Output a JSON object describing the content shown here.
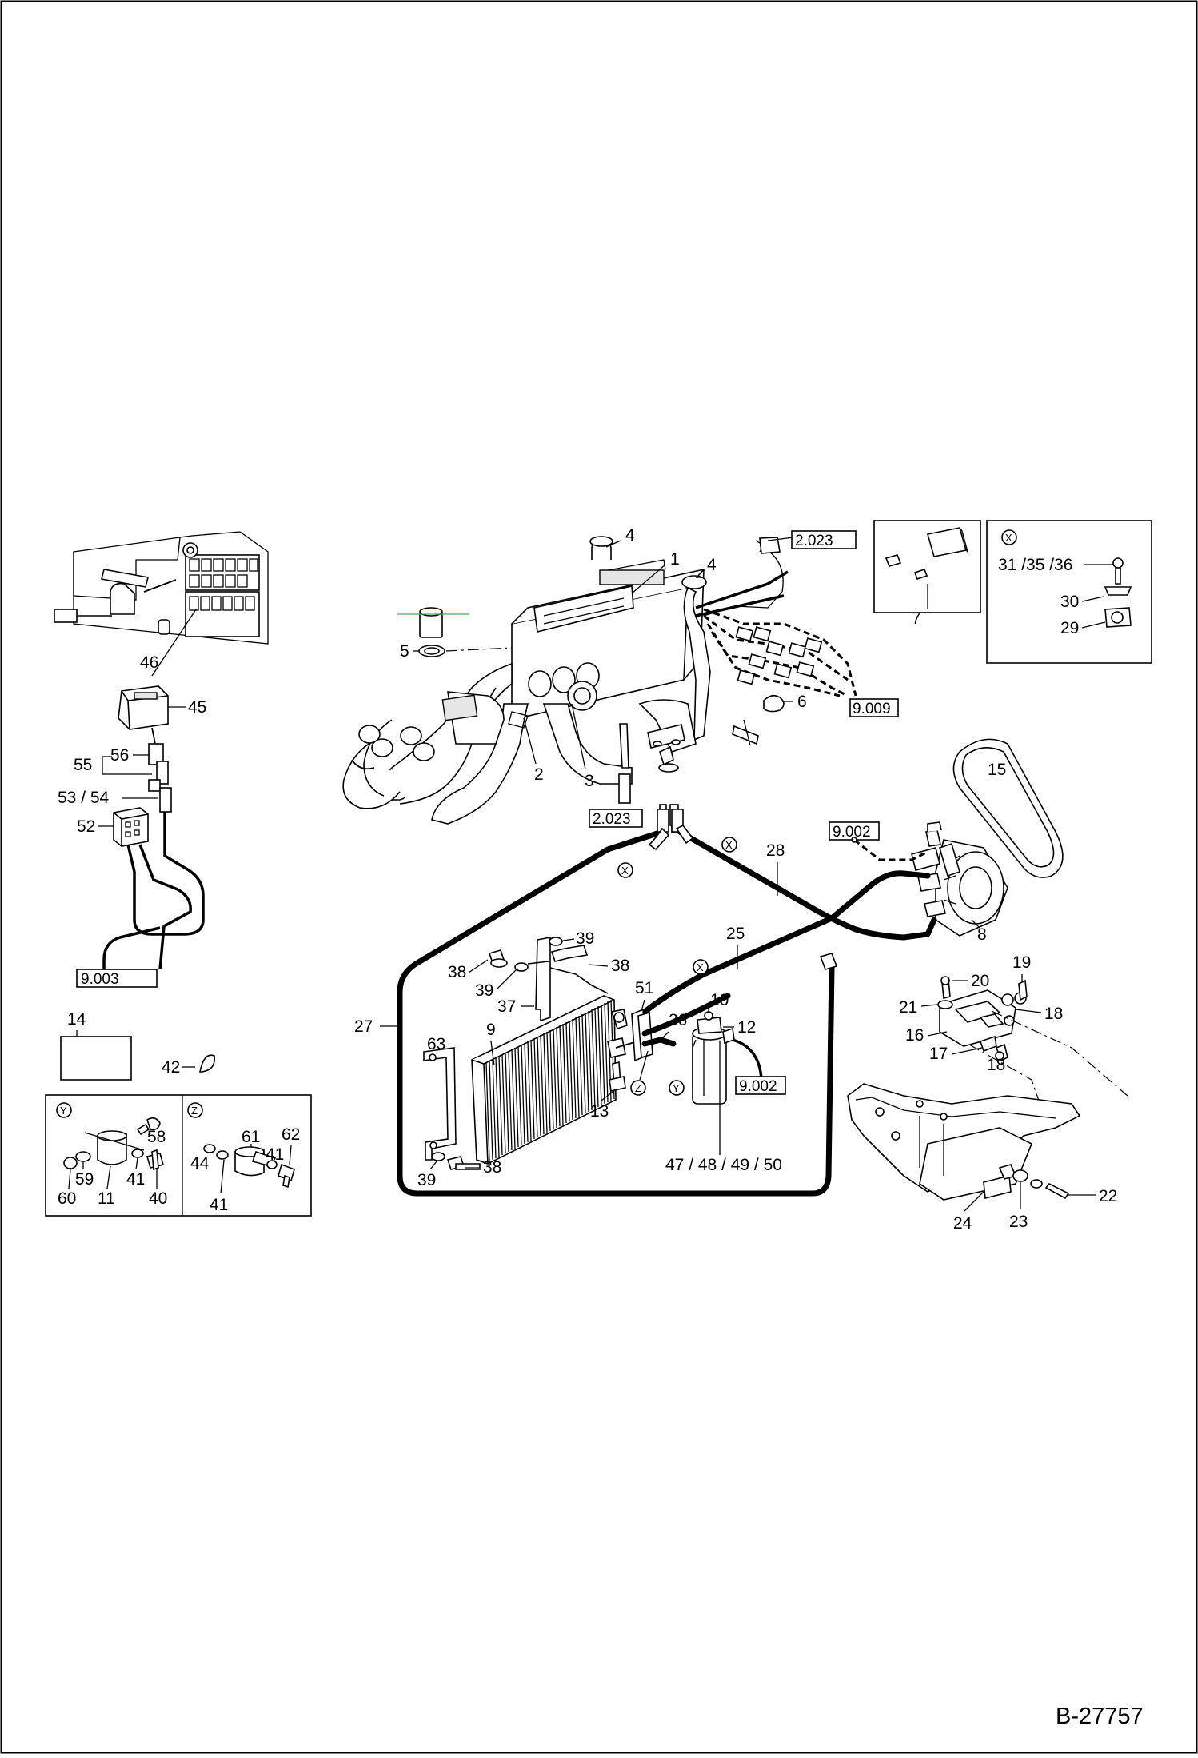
{
  "drawing_id": "B-27757",
  "parts": {
    "p1": "1",
    "p2": "2",
    "p3": "3",
    "p4a": "4",
    "p4b": "4",
    "p5": "5",
    "p6": "6",
    "p7": "7",
    "p8": "8",
    "p9": "9",
    "p10": "10",
    "p11": "11",
    "p12": "12",
    "p13": "13",
    "p14": "14",
    "p15": "15",
    "p16": "16",
    "p17": "17",
    "p18a": "18",
    "p18b": "18",
    "p19": "19",
    "p20": "20",
    "p21": "21",
    "p22": "22",
    "p23": "23",
    "p24": "24",
    "p25": "25",
    "p26": "26",
    "p27": "27",
    "p28": "28",
    "p29": "29",
    "p30": "30",
    "p31_35_36": "31 /35 /36",
    "p37": "37",
    "p38a": "38",
    "p38b": "38",
    "p38c": "38",
    "p39a": "39",
    "p39b": "39",
    "p39c": "39",
    "p40": "40",
    "p41a": "41",
    "p41b": "41",
    "p41c": "41",
    "p42": "42",
    "p44": "44",
    "p45": "45",
    "p46": "46",
    "p47_50": "47 / 48 / 49 / 50",
    "p51": "51",
    "p52": "52",
    "p53_54": "53 / 54",
    "p55": "55",
    "p56": "56",
    "p58": "58",
    "p59": "59",
    "p60": "60",
    "p61": "61",
    "p62": "62",
    "p63": "63"
  },
  "references": {
    "r2023a": "2.023",
    "r2023b": "2.023",
    "r9009": "9.009",
    "r9002a": "9.002",
    "r9002b": "9.002",
    "r9003": "9.003"
  },
  "markers": {
    "x_box": "X",
    "x1": "X",
    "x2": "X",
    "x3": "X",
    "y_box": "Y",
    "y1": "Y",
    "z_box": "Z",
    "z1": "Z"
  }
}
